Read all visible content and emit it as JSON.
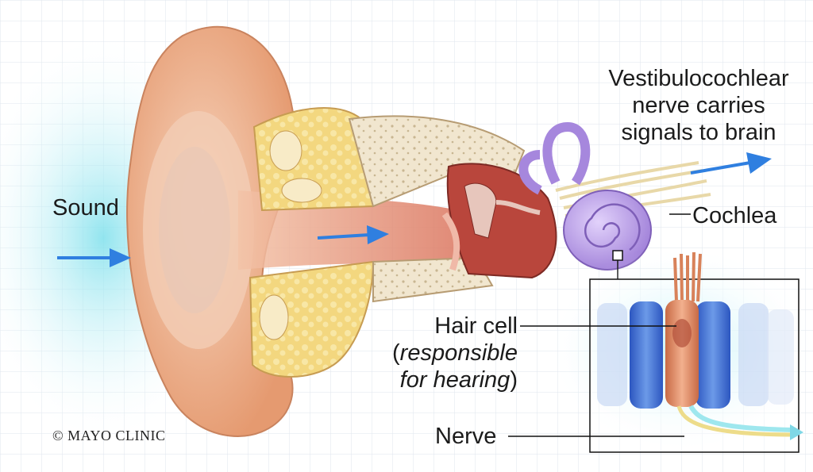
{
  "labels": {
    "vestibulocochlear": [
      "Vestibulocochlear",
      "nerve carries",
      "signals to brain"
    ],
    "sound": "Sound",
    "cochlea": "Cochlea",
    "hair_cell": {
      "line1": "Hair cell",
      "line2_open": "(",
      "line2_italic": "responsible",
      "line3_italic": "for hearing",
      "line3_close": ")"
    },
    "nerve": "Nerve"
  },
  "credit": "© MAYO CLINIC",
  "colors": {
    "arrow_blue": "#2f7fe0",
    "glow": "#9fe3ee",
    "skin": "#e9a27c",
    "cochlea": "#b79be0",
    "hair_cell": "#d8825a",
    "support_cell": "#3f6fd0"
  }
}
